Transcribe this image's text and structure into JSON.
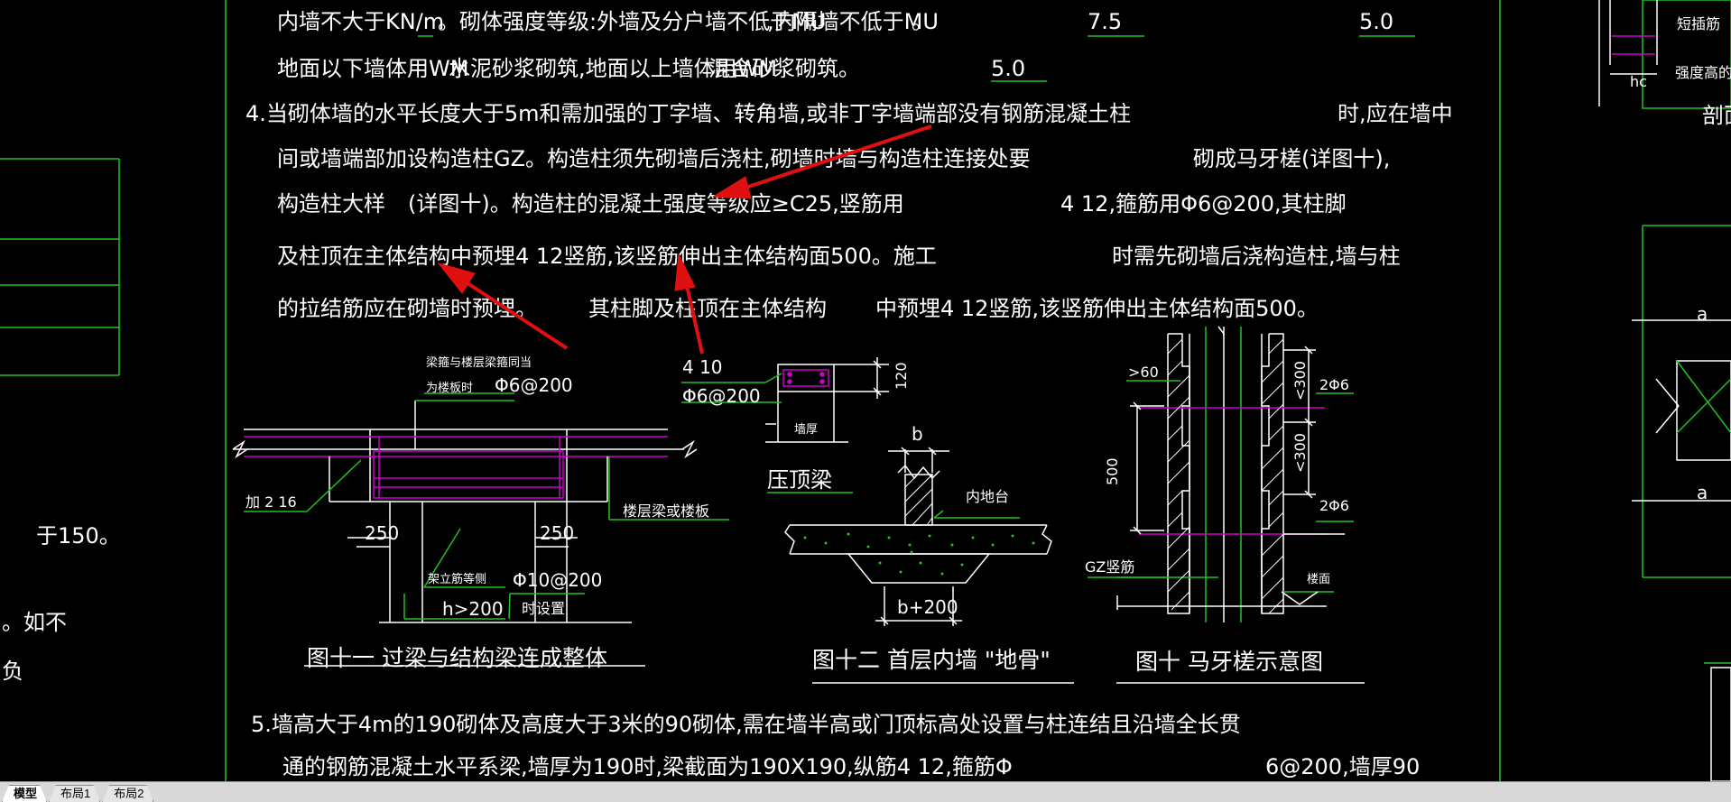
{
  "notes": {
    "line1_a": "内墙不大于",
    "line1_b": "KN/m",
    "line1_c": "。砌体强度等级:外墙及分户墙不低于MU",
    "line1_d": ",内隔墙不低于MU",
    "line1_e": "。",
    "line1_v1": "7.5",
    "line1_v2": "5.0",
    "line2_a": "地面以下墙体用WM",
    "line2_b": "水泥砂浆砌筑,地面以上墙体用WM",
    "line2_c": "混合砂浆砌筑。",
    "line2_v": "5.0",
    "n4_l1": "4.当砌体墙的水平长度大于5m和需加强的丁字墙、转角墙,或非丁字墙端部没有钢筋混凝土柱",
    "n4_l1r": "时,应在墙中",
    "n4_l2": "间或墙端部加设构造柱GZ。构造柱须先砌墙后浇柱,砌墙时墙与构造柱连接处要",
    "n4_l2r": "砌成马牙槎(详图十),",
    "n4_l3": "构造柱大样",
    "n4_l3b": "(详图十)。构造柱的混凝土强度等级应≥C25,竖筋用",
    "n4_l3r": "4 12,箍筋用Φ6@200,其柱脚",
    "n4_l4": "及柱顶在主体结构中预埋4 12竖筋,该竖筋伸出主体结构面500。施工",
    "n4_l4r": "时需先砌墙后浇构造柱,墙与柱",
    "n4_l5": "的拉结筋应在砌墙时预埋。",
    "n4_l5b": "其柱脚及柱顶在主体结构",
    "n4_l5c": "中预埋4 12竖筋,该竖筋伸出主体结构面500。",
    "n5_l1": "5.墙高大于4m的190砌体及高度大于3米的90砌体,需在墙半高或门顶标高处设置与柱连结且沿墙全长贯",
    "n5_l2": "通的钢筋混凝土水平系梁,墙厚为190时,梁截面为190X190,纵筋4 12,箍筋Φ",
    "n5_l2r": "6@200,墙厚90"
  },
  "left_panel": {
    "t1": "于150。",
    "t2": "。如不",
    "t3": "负"
  },
  "right_panel": {
    "t1": "短插筋",
    "t2": "强度高的混",
    "t3": "hc",
    "t4": "剖面",
    "t5": "a",
    "t6": "a"
  },
  "fig11": {
    "caption": "图十一  过梁与结构梁连成整体",
    "l_top1": "梁箍与楼层梁箍同当",
    "l_top2": "为楼板时",
    "l_stirrup": "Φ6@200",
    "l_add": "加  2 16",
    "l_slab": "楼层梁或楼板",
    "d250a": "250",
    "d250b": "250",
    "l_bars": "架立筋等侧",
    "l_phi10": "Φ10@200",
    "l_h": "h>200",
    "l_set": "时设置"
  },
  "ringbeam": {
    "bars": "4 10",
    "stirrup": "Φ6@200",
    "h": "120",
    "w": "墙厚",
    "caption": "压顶梁"
  },
  "fig12": {
    "caption": "图十二  首层内墙 \"地骨\"",
    "b": "b",
    "b200": "b+200",
    "step": "内地台"
  },
  "fig10": {
    "caption": "图十  马牙槎示意图",
    "gt60": ">60",
    "lt300a": "<300",
    "lt300b": "<300",
    "d500": "500",
    "phi6a": "2Φ6",
    "phi6b": "2Φ6",
    "gz": "GZ竖筋",
    "floor": "楼面"
  },
  "tabs": [
    "模型",
    "布局1",
    "布局2"
  ]
}
